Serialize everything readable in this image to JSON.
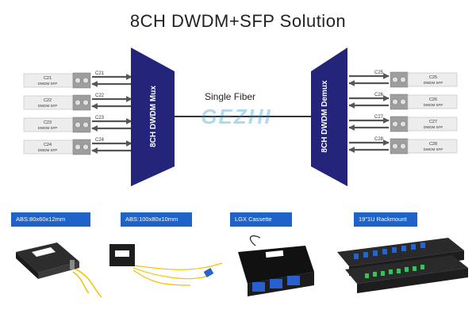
{
  "title": "8CH DWDM+SFP Solution",
  "fiber_label": "Single Fiber",
  "watermark": "GEZHI",
  "mux": {
    "label": "8CH DWDM Mux"
  },
  "demux": {
    "label": "8CH DWDM Demux"
  },
  "left_sfps": [
    {
      "channel": "C21",
      "line1": "C21",
      "line2": "DWDM SFP"
    },
    {
      "channel": "C22",
      "line1": "C22",
      "line2": "DWDM SFP"
    },
    {
      "channel": "C23",
      "line1": "C23",
      "line2": "DWDM SFP"
    },
    {
      "channel": "C24",
      "line1": "C24",
      "line2": "DWDM SFP"
    }
  ],
  "right_sfps": [
    {
      "channel": "C25",
      "line1": "C25",
      "line2": "DWDM SFP"
    },
    {
      "channel": "C26",
      "line1": "C26",
      "line2": "DWDM SFP"
    },
    {
      "channel": "C27",
      "line1": "C27",
      "line2": "DWDM SFP"
    },
    {
      "channel": "C28",
      "line1": "C28",
      "line2": "DWDM SFP"
    }
  ],
  "products": [
    {
      "label": "ABS:80x60x12mm"
    },
    {
      "label": "ABS:100x80x10mm"
    },
    {
      "label": "LGX Cassette"
    },
    {
      "label": "19\"1U Rackmount"
    }
  ],
  "colors": {
    "mux": "#23247a",
    "label_bg": "#1d63c9",
    "arrow": "#555555",
    "watermark": "#1a8fd6"
  }
}
